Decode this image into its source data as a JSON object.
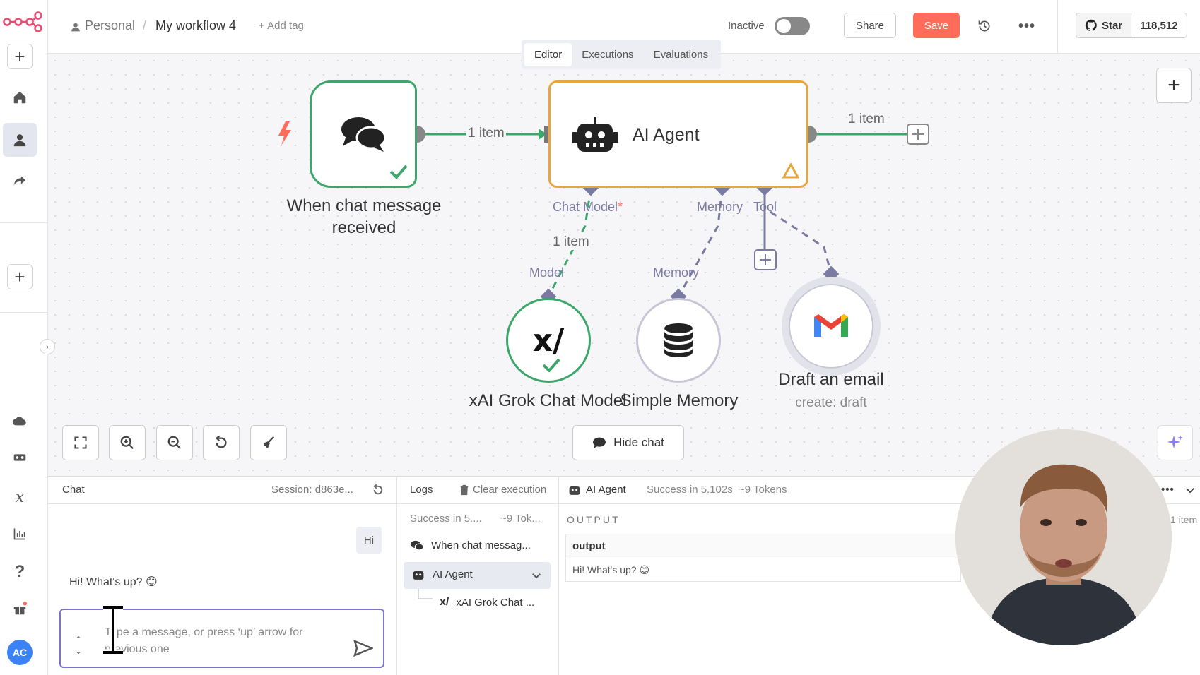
{
  "header": {
    "breadcrumb_personal": "Personal",
    "breadcrumb_sep": "/",
    "workflow_name": "My workflow 4",
    "add_tag": "+ Add tag",
    "status_label": "Inactive",
    "share": "Share",
    "save": "Save",
    "github_star": "Star",
    "github_count": "118,512"
  },
  "tabs": [
    {
      "label": "Editor",
      "active": true
    },
    {
      "label": "Executions",
      "active": false
    },
    {
      "label": "Evaluations",
      "active": false
    }
  ],
  "canvas": {
    "trigger_label": "When chat message received",
    "agent_label": "AI Agent",
    "edge_in_label": "1 item",
    "edge_out_label": "1 item",
    "edge_model_label": "1 item",
    "port_chat_model": "Chat Model",
    "port_required": "*",
    "port_memory": "Memory",
    "port_tool": "Tool",
    "sub_port_model": "Model",
    "sub_port_memory": "Memory",
    "node_grok": "xAI Grok Chat Model",
    "node_memory": "Simple Memory",
    "node_gmail": "Draft an email",
    "node_gmail_sub": "create: draft",
    "grok_glyph": "x/",
    "hide_chat": "Hide chat"
  },
  "chat": {
    "title": "Chat",
    "session": "Session: d863e...",
    "user_message": "Hi",
    "bot_message": "Hi! What's up? 😊",
    "input_placeholder": "Type a message, or press ‘up’ arrow for previous one"
  },
  "logs": {
    "title": "Logs",
    "clear": "Clear execution",
    "summary_success": "Success in 5....",
    "summary_tokens": "~9 Tok...",
    "items": [
      "When chat messag...",
      "AI Agent",
      "xAI Grok Chat ..."
    ]
  },
  "output": {
    "node_name": "AI Agent",
    "status": "Success in 5.102s",
    "tokens": "~9 Tokens",
    "section_label": "OUTPUT",
    "items_count": "1 item",
    "column": "output",
    "value": "Hi! What's up? 😊"
  },
  "user": {
    "initials": "AC"
  },
  "colors": {
    "accent": "#ff6d5a",
    "success": "#3ca66b",
    "agent_border": "#e8a63b",
    "port": "#7a7aa3"
  }
}
